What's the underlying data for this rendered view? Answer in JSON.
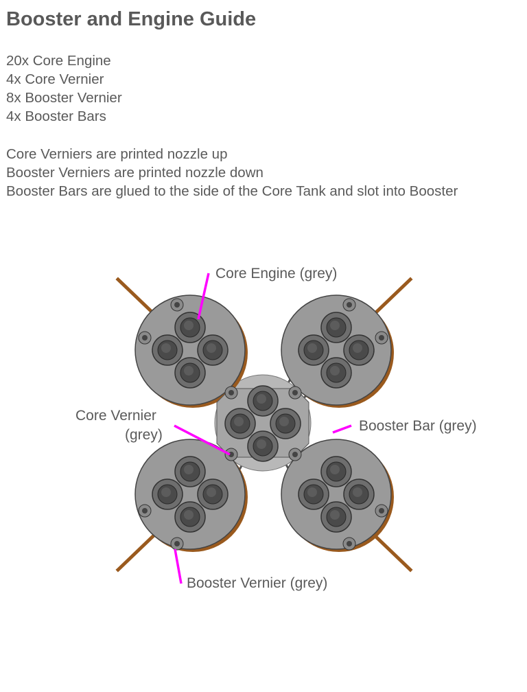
{
  "title": "Booster and Engine Guide",
  "parts": [
    "20x Core Engine",
    "4x Core Vernier",
    "8x Booster Vernier",
    "4x Booster Bars"
  ],
  "notes": [
    "Core Verniers are printed nozzle up",
    "Booster Verniers are printed nozzle down",
    "Booster Bars are glued to the side of the Core Tank and slot into Booster"
  ],
  "diagram": {
    "labels": {
      "core_engine": "Core Engine (grey)",
      "core_vernier_1": "Core Vernier",
      "core_vernier_2": "(grey)",
      "booster_bar": "Booster Bar (grey)",
      "booster_vernier": "Booster Vernier (grey)"
    },
    "colors": {
      "leader": "#ff00ff",
      "part": "#9a9a9a",
      "rod": "#9a5a1e"
    }
  }
}
